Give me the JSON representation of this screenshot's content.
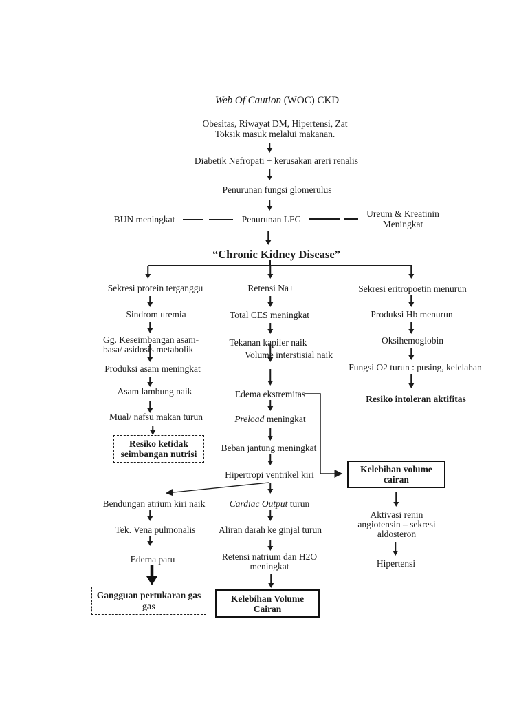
{
  "colors": {
    "ink": "#1b1b1b",
    "background": "#ffffff"
  },
  "title": {
    "italic": "Web Of Caution",
    "regular": " (WOC) CKD"
  },
  "top_chain": {
    "causes": [
      "Obesitas, Riwayat DM, Hipertensi, Zat",
      "Toksik masuk melalui makanan."
    ],
    "nefropati": "Diabetik Nefropati + kerusakan areri renalis",
    "glomerulus": "Penurunan fungsi glomerulus",
    "bun": "BUN meningkat",
    "lfg": "Penurunan LFG",
    "ureum": [
      "Ureum & Kreatinin",
      "Meningkat"
    ],
    "ckd": "“Chronic Kidney Disease”"
  },
  "left_branch": {
    "sekresi_protein": "Sekresi protein terganggu",
    "sindrom_uremia": "Sindrom uremia",
    "gg_keseimbangan": [
      "Gg. Keseimbangan asam-",
      "basa/ asidosis metabolik"
    ],
    "produksi_asam": "Produksi asam meningkat",
    "asam_lambung": "Asam lambung naik",
    "mual": "Mual/ nafsu makan turun",
    "resiko_nutrisi": [
      "Resiko ketidak",
      "seimbangan nutrisi"
    ]
  },
  "middle_branch": {
    "retensi_na": "Retensi Na+",
    "total_ces": "Total CES meningkat",
    "tekanan_kapiler": "Tekanan kapiler naik",
    "volume_interstisial": "Volume interstisial naik",
    "edema_ekstremitas": "Edema ekstremitas",
    "preload_italic": "Preload",
    "preload_rest": " meningkat",
    "beban_jantung": "Beban jantung meningkat",
    "hipertropi": "Hipertropi ventrikel kiri",
    "cardiac_italic": "Cardiac Output",
    "cardiac_rest": " turun",
    "aliran_darah": "Aliran darah ke ginjal turun",
    "retensi_natrium": [
      "Retensi natrium dan H2O",
      "meningkat"
    ],
    "kelebihan_volume_box": [
      "Kelebihan Volume",
      "Cairan"
    ]
  },
  "pulmonary_branch": {
    "bendungan": "Bendungan atrium kiri naik",
    "tek_vena": "Tek. Vena pulmonalis",
    "edema_paru": "Edema paru",
    "gangguan_gas": [
      "Gangguan pertukaran gas",
      "gas"
    ]
  },
  "right_branch": {
    "sekresi_eritropoetin": "Sekresi eritropoetin menurun",
    "produksi_hb": "Produksi Hb menurun",
    "oksihemoglobin": "Oksihemoglobin",
    "fungsi_o2": "Fungsi O2 turun : pusing, kelelahan",
    "resiko_intoleran": "Resiko intoleran aktifitas",
    "kelebihan_volume_box": [
      "Kelebihan volume",
      "cairan"
    ],
    "aktivasi_renin": [
      "Aktivasi renin",
      "angiotensin – sekresi",
      "aldosteron"
    ],
    "hipertensi": "Hipertensi"
  }
}
